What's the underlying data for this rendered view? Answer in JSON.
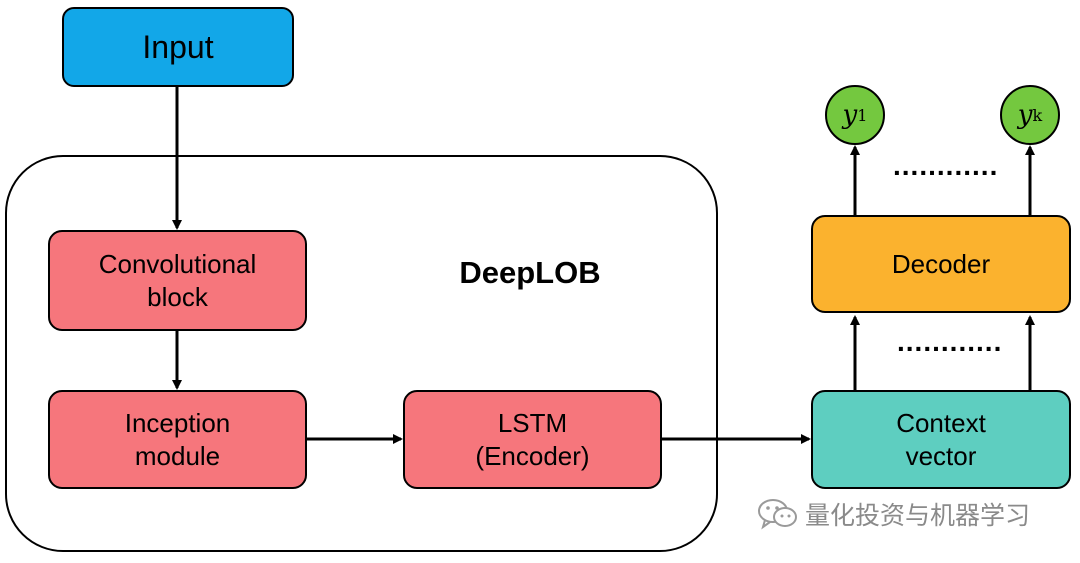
{
  "nodes": {
    "input": "Input",
    "conv": [
      "Convolutional",
      "block"
    ],
    "inception": [
      "Inception",
      "module"
    ],
    "lstm": [
      "LSTM",
      "(Encoder)"
    ],
    "decoder": "Decoder",
    "context": [
      "Context",
      "vector"
    ],
    "y1": {
      "base": "y",
      "sub": "1"
    },
    "yk": {
      "base": "y",
      "sub": "k"
    }
  },
  "group_title": "DeepLOB",
  "ellipsis_top": "............",
  "ellipsis_mid": "............",
  "watermark": "量化投资与机器学习",
  "colors": {
    "input": "#12a7e8",
    "blocks": "#f6767c",
    "decoder": "#fbb22e",
    "context": "#5ecec0",
    "outputs": "#74c83f"
  }
}
